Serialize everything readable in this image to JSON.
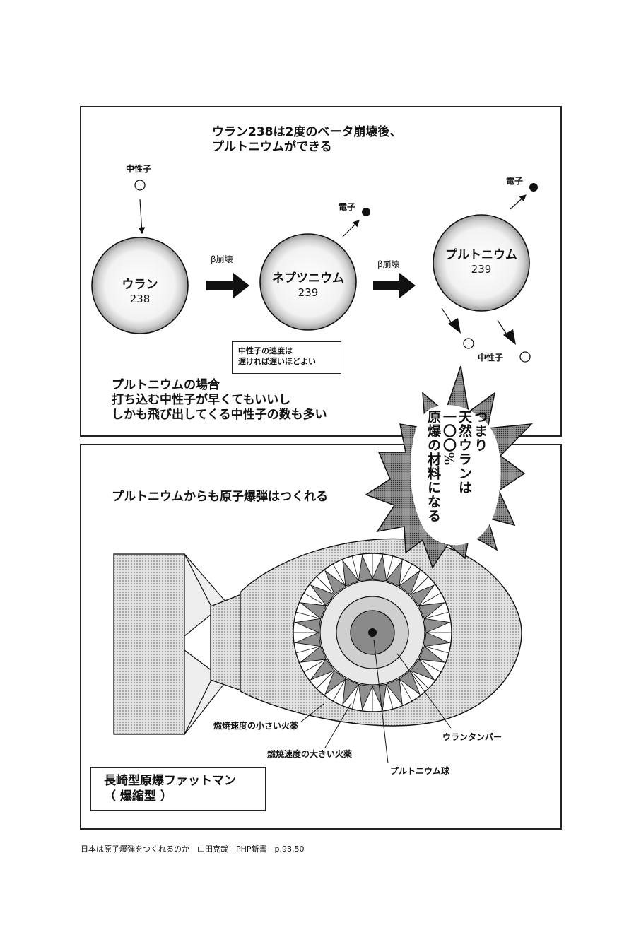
{
  "top_panel": {
    "heading": [
      "ウラン238は2度のベータ崩壊後、",
      "プルトニウムができる"
    ],
    "neutron_label": "中性子",
    "atoms": [
      {
        "name": "ウラン",
        "number": "238"
      },
      {
        "name": "ネプツニウム",
        "number": "239"
      },
      {
        "name": "プルトニウム",
        "number": "239"
      }
    ],
    "beta_decay": "β崩壊",
    "electron_label": "電子",
    "neutron_label_out": "中性子",
    "speed_note": [
      "中性子の速度は",
      "遅ければ遅いほどよい"
    ],
    "plutonium_case": [
      "プルトニウムの場合",
      "打ち込む中性子が早くてもいいし",
      "しかも飛び出してくる中性子の数も多い"
    ]
  },
  "burst": {
    "columns": [
      "つまり",
      "天然ウランは",
      "一〇〇%",
      "原爆の材料になる"
    ]
  },
  "bottom_panel": {
    "heading": "プルトニウムからも原子爆弾はつくれる",
    "labels": {
      "slow_explosive": "燃焼速度の小さい火薬",
      "fast_explosive": "燃焼速度の大きい火薬",
      "uranium_tamper": "ウランタンパー",
      "plutonium_sphere": "プルトニウム球"
    },
    "model_title": [
      "長崎型原爆ファットマン",
      "（ 爆縮型 ）"
    ]
  },
  "footer": "日本は原子爆弾をつくれるのか　山田克哉　PHP新書　p.93,50",
  "colors": {
    "ink": "#111111",
    "halftone_light": "#d4d4d4",
    "halftone_mid": "#a8a8a8",
    "halftone_dark": "#777777"
  }
}
